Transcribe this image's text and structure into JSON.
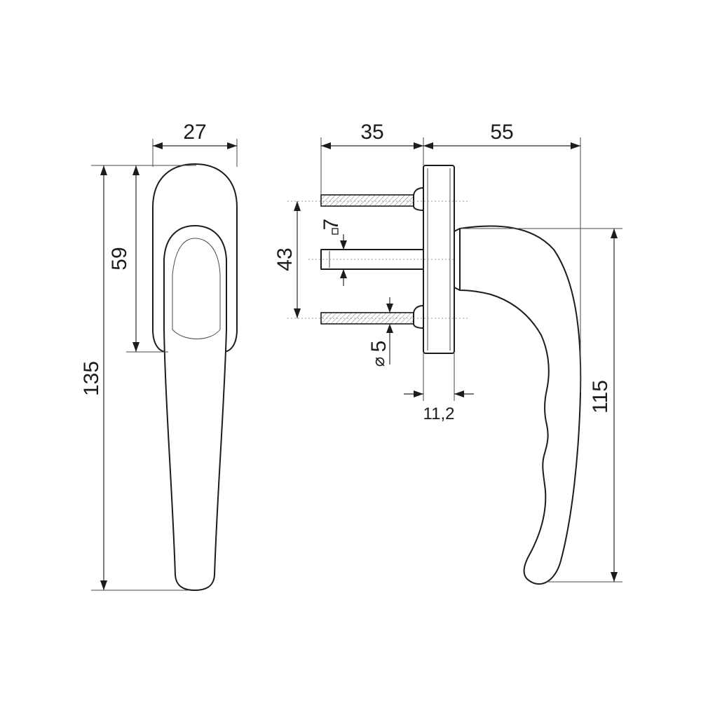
{
  "diagram": {
    "dimensions": {
      "front_width": "27",
      "front_rosette_height": "59",
      "front_total_height": "135",
      "spindle_length": "35",
      "handle_projection": "55",
      "screw_spacing": "43",
      "spindle_square": "7",
      "screw_diameter": "5",
      "rosette_thickness": "11,2",
      "handle_length": "115"
    },
    "symbols": {
      "diameter": "⌀",
      "square": "□"
    }
  }
}
